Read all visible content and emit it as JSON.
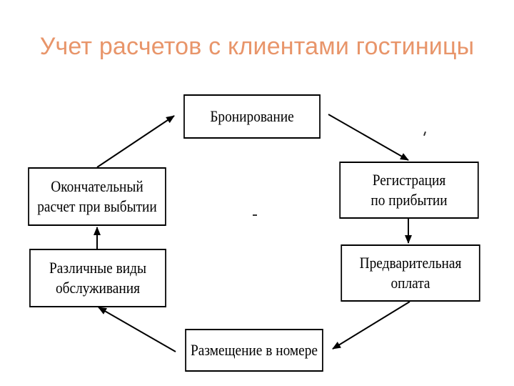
{
  "title": "Учет расчетов с клиентами гостиницы",
  "diagram": {
    "nodes": [
      {
        "id": "booking",
        "label": "Бронирование"
      },
      {
        "id": "registration",
        "label": "Регистрация\nпо прибытии"
      },
      {
        "id": "prepayment",
        "label": "Предварительная\nоплата"
      },
      {
        "id": "accommodation",
        "label": "Размещение в номере"
      },
      {
        "id": "services",
        "label": "Различные виды\nобслуживания"
      },
      {
        "id": "final-payment",
        "label": "Окончательный\nрасчет при выбытии"
      }
    ],
    "edges": [
      {
        "from": "booking",
        "to": "registration"
      },
      {
        "from": "registration",
        "to": "prepayment"
      },
      {
        "from": "prepayment",
        "to": "accommodation"
      },
      {
        "from": "accommodation",
        "to": "services"
      },
      {
        "from": "services",
        "to": "final-payment"
      },
      {
        "from": "final-payment",
        "to": "booking"
      }
    ],
    "colors": {
      "title": "#e8956a",
      "stroke": "#000000"
    }
  }
}
